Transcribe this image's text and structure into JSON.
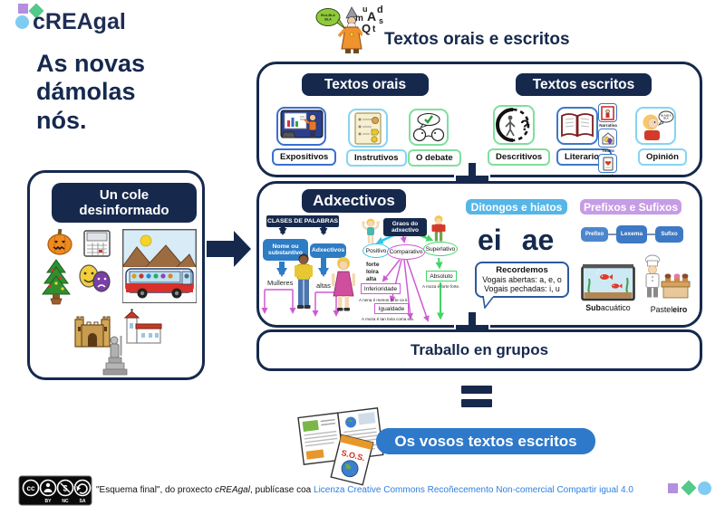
{
  "brand": {
    "name": "cREAgal"
  },
  "headline": "As novas dámolas nós.",
  "wizard": {
    "speech_l1": "BLA,BLA",
    "speech_l2": "BLA",
    "letters": [
      "u",
      "A",
      "d",
      "m",
      "s",
      "Q",
      "t"
    ]
  },
  "main_title": "Textos orais e escritos",
  "cole_box": {
    "header": "Un cole desinformado"
  },
  "textos_box": {
    "orais_header": "Textos orais",
    "escritos_header": "Textos escritos",
    "expositivos": "Expositivos",
    "instrutivos": "Instrutivos",
    "debate": "O debate",
    "descritivos": "Descritivos",
    "literarios": "Literarios",
    "opinion": "Opinión",
    "literarios_sub": [
      "Narrativa",
      "Teatro",
      "Poesía"
    ],
    "opinion_speech_l1": "BLA,BLA",
    "opinion_speech_l2": "BLA"
  },
  "contidos_box": {
    "adxectivos_header": "Adxectivos",
    "clases": {
      "title": "CLASES DE PALABRAS",
      "node1": "Nome ou substantivo",
      "node2": "Adxectivos",
      "example1": "Mulleres",
      "example2": "altas"
    },
    "graos": {
      "title": "Graos do adxectivo",
      "positivo": "Positivo",
      "comparativo": "Comparativo",
      "superlativo": "Superlativo",
      "positivo_exemplos": [
        "forte",
        "loira",
        "alta"
      ],
      "inferioridade": "Inferioridade",
      "inferioridade_frase": "A nena é menos forte ca ti.",
      "igualdade": "Igualdade",
      "igualdade_frase": "A moza é tan loira coma ela.",
      "absoluto": "Absoluto",
      "absoluto_frase": "A moza é forte forte."
    },
    "ditongos": {
      "header": "Ditongos e hiatos",
      "exemplo1": "ei",
      "exemplo2": "ae",
      "recordemos_title": "Recordemos",
      "recordemos_l1": "Vogais abertas: a, e, o",
      "recordemos_l2": "Vogais pechadas: i, u"
    },
    "prefixos": {
      "header": "Prefixos e Sufixos",
      "morfema1": "Prefixo",
      "morfema2": "Lexema",
      "morfema3": "Sufixo",
      "exemplo1_bold": "Sub",
      "exemplo1_rest": "acuático",
      "exemplo2_rest": "Pastel",
      "exemplo2_bold": "eiro"
    }
  },
  "traballo_label": "Traballo en grupos",
  "resultado_banner": "Os vosos textos escritos",
  "sos": "S.O.S.",
  "footer": {
    "cc_labels": [
      "BY",
      "NC",
      "SA"
    ],
    "quote": "\"Esquema final\", do proxecto ",
    "project": "cREAgal",
    "middle": ", publícase coa ",
    "license_link": "Licenza Creative Commons Recoñecemento Non-comercial Compartir igual 4.0"
  },
  "colors": {
    "navy": "#16294d",
    "blue": "#2e7cc4",
    "light_blue": "#55b6e8",
    "purple": "#c79ce6",
    "banner_blue": "#2e79ca",
    "magenta": "#cf5ad4",
    "cyan": "#2ec6e6",
    "green": "#43d465"
  }
}
